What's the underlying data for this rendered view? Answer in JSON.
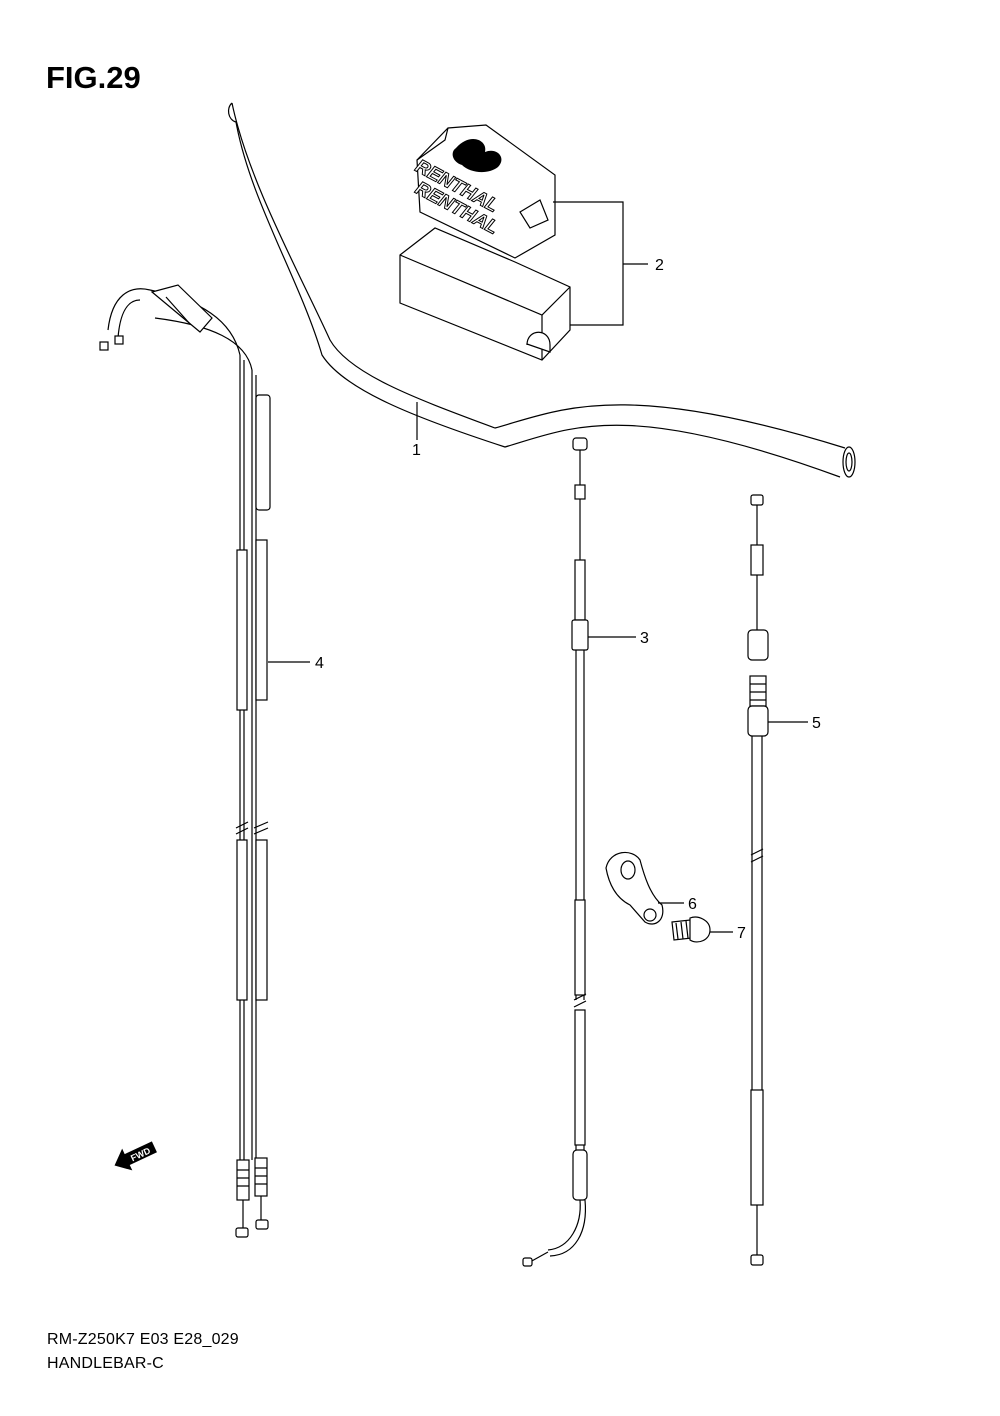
{
  "figure": {
    "title": "FIG.29",
    "code": "RM-Z250K7 E03 E28_029",
    "name": "HANDLEBAR-C"
  },
  "brand_text": "RENTHAL",
  "arrow_label": "FWD",
  "callouts": [
    {
      "id": "1",
      "part": "handlebar"
    },
    {
      "id": "2",
      "part": "handlebar-pad-set"
    },
    {
      "id": "3",
      "part": "clutch-cable"
    },
    {
      "id": "4",
      "part": "throttle-cable-set"
    },
    {
      "id": "5",
      "part": "hot-start-cable"
    },
    {
      "id": "6",
      "part": "cable-bracket"
    },
    {
      "id": "7",
      "part": "bracket-bolt"
    }
  ]
}
